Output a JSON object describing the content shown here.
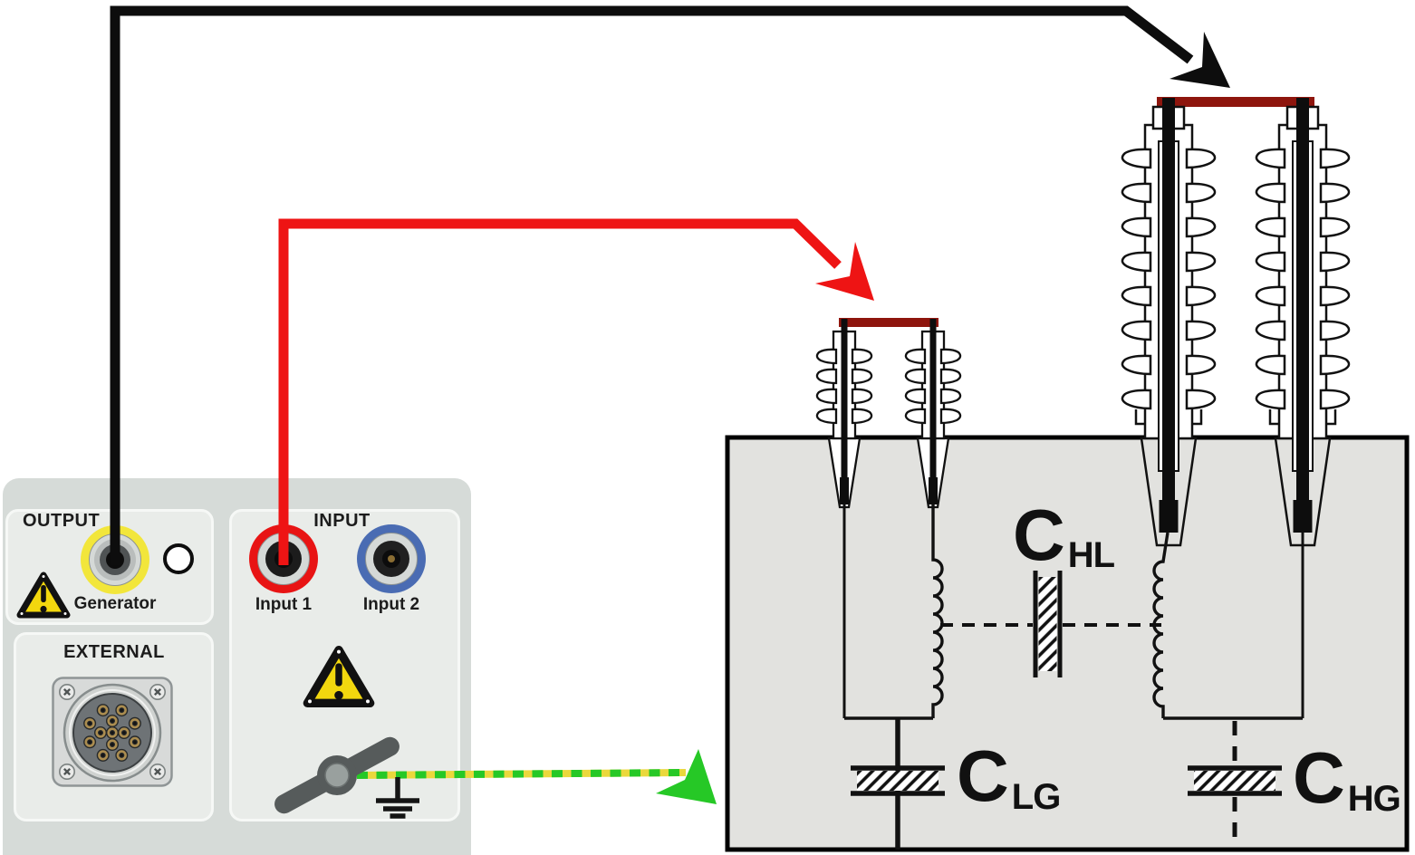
{
  "panel": {
    "output": {
      "title": "OUTPUT",
      "generator_label": "Generator"
    },
    "input": {
      "title": "INPUT",
      "input1_label": "Input 1",
      "input2_label": "Input 2"
    },
    "external": {
      "title": "EXTERNAL"
    }
  },
  "transformer": {
    "capacitors": [
      {
        "id": "CHL",
        "main": "C",
        "sub": "HL"
      },
      {
        "id": "CLG",
        "main": "C",
        "sub": "LG"
      },
      {
        "id": "CHG",
        "main": "C",
        "sub": "HG"
      }
    ]
  },
  "connections": [
    {
      "from": "Generator output",
      "to": "high-voltage bushing bar",
      "color": "#0d0d0d"
    },
    {
      "from": "Input 1",
      "to": "low-voltage bushing bar",
      "color": "#ee1414"
    },
    {
      "from": "ground switch",
      "to": "transformer tank",
      "color": "#26c826"
    }
  ],
  "colors": {
    "cable_output": "#0d0d0d",
    "cable_input": "#ee1414",
    "ground_lead_yellow": "#ead83c",
    "ground_lead_green": "#26c826",
    "busbar": "#8e150d",
    "connector_yellow": "#f2e63b",
    "connector_red": "#e81414",
    "connector_blue": "#4a6cb3",
    "warning_yellow": "#f2d70e",
    "panel_bg": "#d6dbd8",
    "subpanel_bg": "#e9ece9",
    "tank_fill": "#e2e2df"
  }
}
